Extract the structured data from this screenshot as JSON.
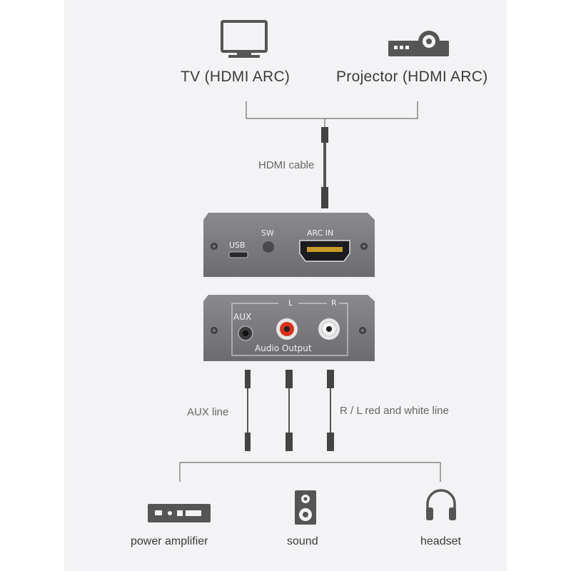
{
  "sources": [
    {
      "label": "TV (HDMI ARC)",
      "icon": "tv-icon"
    },
    {
      "label": "Projector (HDMI ARC)",
      "icon": "projector-icon"
    }
  ],
  "cables": {
    "hdmi": "HDMI cable",
    "aux": "AUX line",
    "rl": "R / L red and white line"
  },
  "device_top": {
    "usb": "USB",
    "sw": "SW",
    "arc_in": "ARC IN"
  },
  "device_bottom": {
    "aux": "AUX",
    "left": "L",
    "right": "R",
    "audio_output": "Audio Output"
  },
  "outputs": [
    {
      "label": "power amplifier",
      "icon": "amplifier-icon"
    },
    {
      "label": "sound",
      "icon": "speaker-icon"
    },
    {
      "label": "headset",
      "icon": "headphones-icon"
    }
  ],
  "colors": {
    "device_body": "#7c7c80",
    "rca_red": "#d8321c",
    "rca_white": "#e8e8e8",
    "icon": "#555555"
  }
}
